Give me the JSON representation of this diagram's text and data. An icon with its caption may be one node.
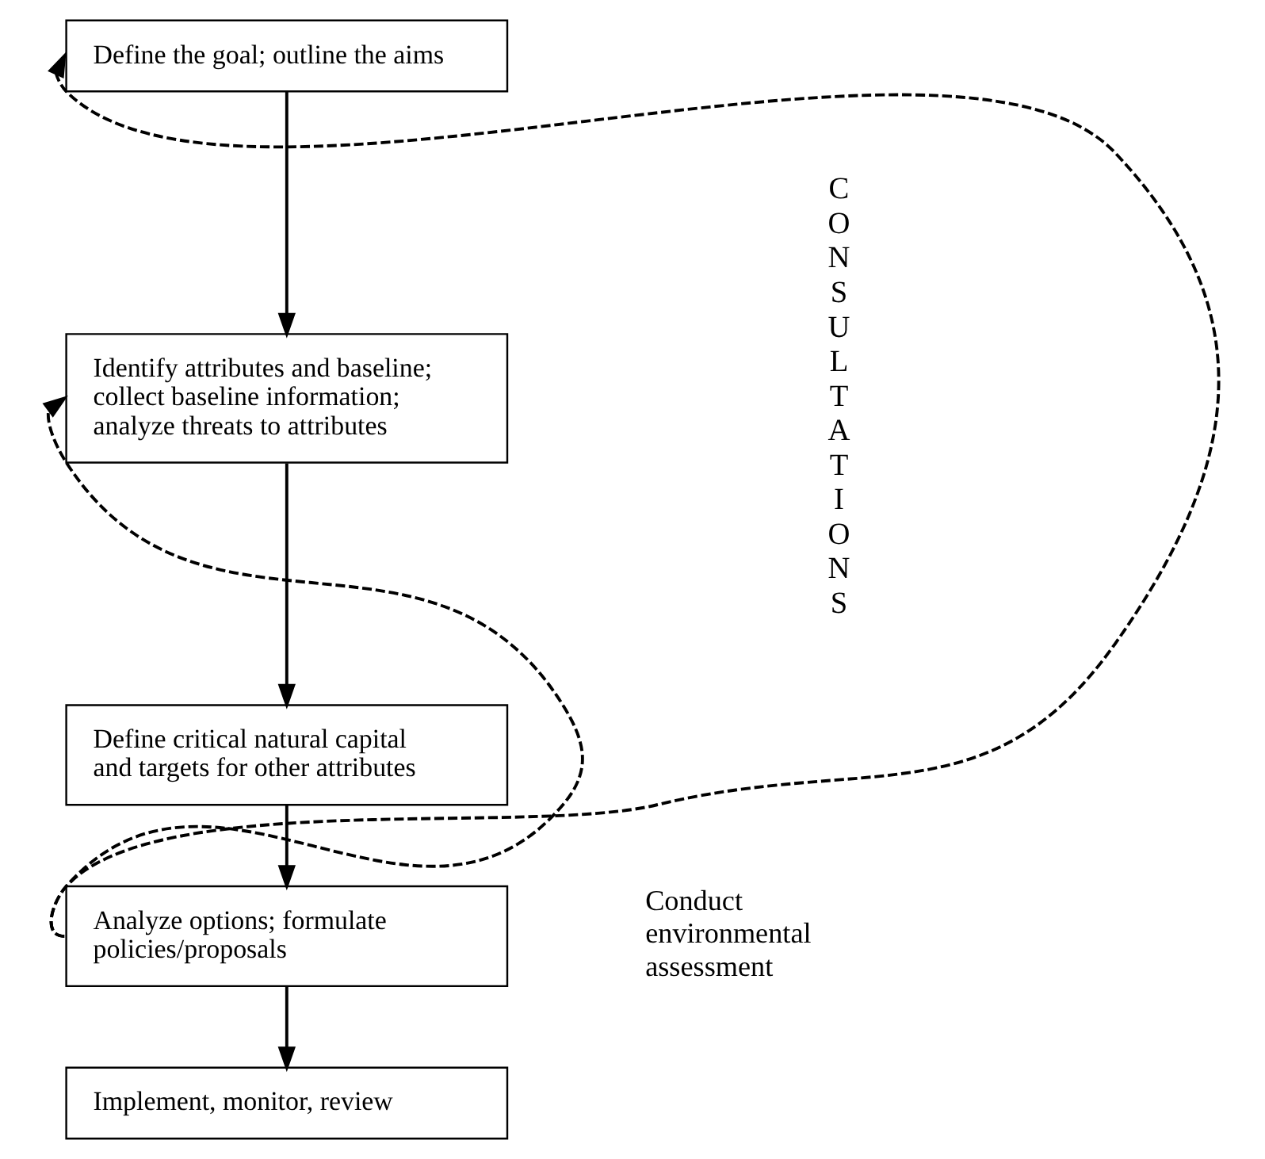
{
  "diagram": {
    "nodes": [
      {
        "text": [
          "Define the goal; outline the aims"
        ]
      },
      {
        "text": [
          "Identify attributes and baseline; collect baseline information; analyze threats to attributes"
        ]
      },
      {
        "text": [
          "Define critical natural capital and targets for other attributes"
        ]
      },
      {
        "text": [
          "Analyze options; formulate policies/proposals"
        ]
      },
      {
        "text": [
          "Implement, monitor, review"
        ]
      }
    ],
    "edges": [
      {
        "from": 0,
        "to": 1,
        "arrow": "to"
      },
      {
        "from": 1,
        "to": 2,
        "arrow": "to"
      },
      {
        "from": 2,
        "to": 3,
        "arrow": "to"
      },
      {
        "from": 3,
        "to": 4,
        "arrow": "to"
      },
      {
        "from": 3,
        "to": 1,
        "arrow": "to",
        "style": "dashed"
      },
      {
        "from": 3,
        "to": 0,
        "arrow": "to",
        "style": "dashed"
      }
    ],
    "labels": [
      "CONSULTATIONS",
      "Conduct environmental assessment"
    ]
  }
}
